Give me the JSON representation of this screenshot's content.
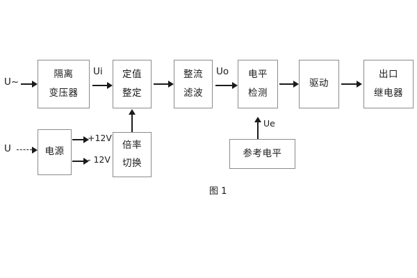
{
  "figure": {
    "caption": "图 1",
    "background_color": "#ffffff",
    "box_border_color": "#8a8a8a",
    "text_color": "#1a1a1a"
  },
  "blocks": [
    {
      "id": "isolation-transformer",
      "lines": [
        "隔离",
        "变压器"
      ]
    },
    {
      "id": "setting-value",
      "lines": [
        "定值",
        "整定"
      ]
    },
    {
      "id": "rectify-filter",
      "lines": [
        "整流",
        "滤波"
      ]
    },
    {
      "id": "level-detection",
      "lines": [
        "电平",
        "检测"
      ]
    },
    {
      "id": "drive",
      "lines": [
        "驱动"
      ]
    },
    {
      "id": "output-relay",
      "lines": [
        "出口",
        "继电器"
      ]
    },
    {
      "id": "power-supply",
      "lines": [
        "电源"
      ]
    },
    {
      "id": "multiplier-switch",
      "lines": [
        "倍率",
        "切换"
      ]
    },
    {
      "id": "reference-level",
      "lines": [
        "参考电平"
      ]
    }
  ],
  "labels": {
    "input_ac": "U~",
    "input_dc": "U",
    "signal_ui": "Ui",
    "signal_uo": "Uo",
    "signal_ue": "Ue",
    "supply_positive": "+12V",
    "supply_negative": "- 12V"
  }
}
